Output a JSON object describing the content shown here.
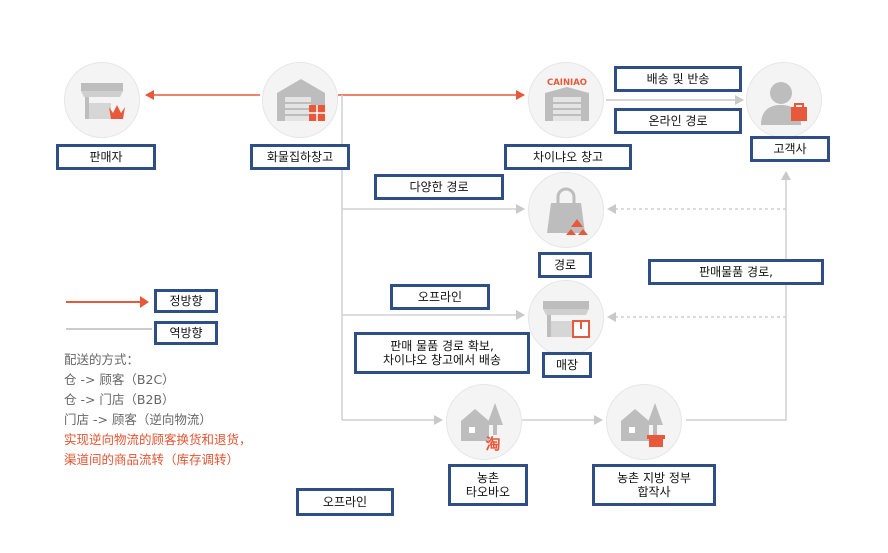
{
  "colors": {
    "forward": "#e8583a",
    "reverse": "#cccccc",
    "label_border": "#2f4e86",
    "icon_gray": "#b5b5b5",
    "accent": "#e8583a"
  },
  "nodes": {
    "seller": {
      "label": "판매자",
      "icon": "shop-crown-icon"
    },
    "warehouse": {
      "label": "화물집하창고",
      "icon": "warehouse-box-icon"
    },
    "cainiao": {
      "label": "차이냐오 창고",
      "icon": "cainiao-warehouse-icon",
      "logo": "CAINIAO"
    },
    "customer": {
      "label": "고객사",
      "icon": "customer-box-icon"
    },
    "route": {
      "label": "경로",
      "icon": "shopping-bag-recycle-icon"
    },
    "store": {
      "label": "매장",
      "icon": "store-box-icon"
    },
    "rural_taobao": {
      "label": "농촌\n타오바오",
      "icon": "rural-taobao-icon",
      "badge": "淘"
    },
    "rural_gov": {
      "label": "농촌 지방 정부\n합작사",
      "icon": "rural-shop-icon"
    }
  },
  "labels": {
    "delivery_return": "배송 및 반송",
    "online_route": "온라인 경로",
    "various_routes": "다양한 경로",
    "sales_route": "판매물품 경로,",
    "offline_1": "오프라인",
    "secure_route": "판매 물품 경로 확보,\n차이냐오 창고에서 배송",
    "offline_2": "오프라인"
  },
  "legend": {
    "forward": "정방향",
    "reverse": "역방향"
  },
  "notes": {
    "title": "配送的方式：",
    "lines": [
      "仓 -> 顾客（B2C）",
      "仓 -> 门店（B2B）",
      "门店 -> 顾客（逆向物流）"
    ],
    "red_lines": [
      "实现逆向物流的顾客换货和退货，",
      "渠道间的商品流转（库存调转）"
    ]
  }
}
